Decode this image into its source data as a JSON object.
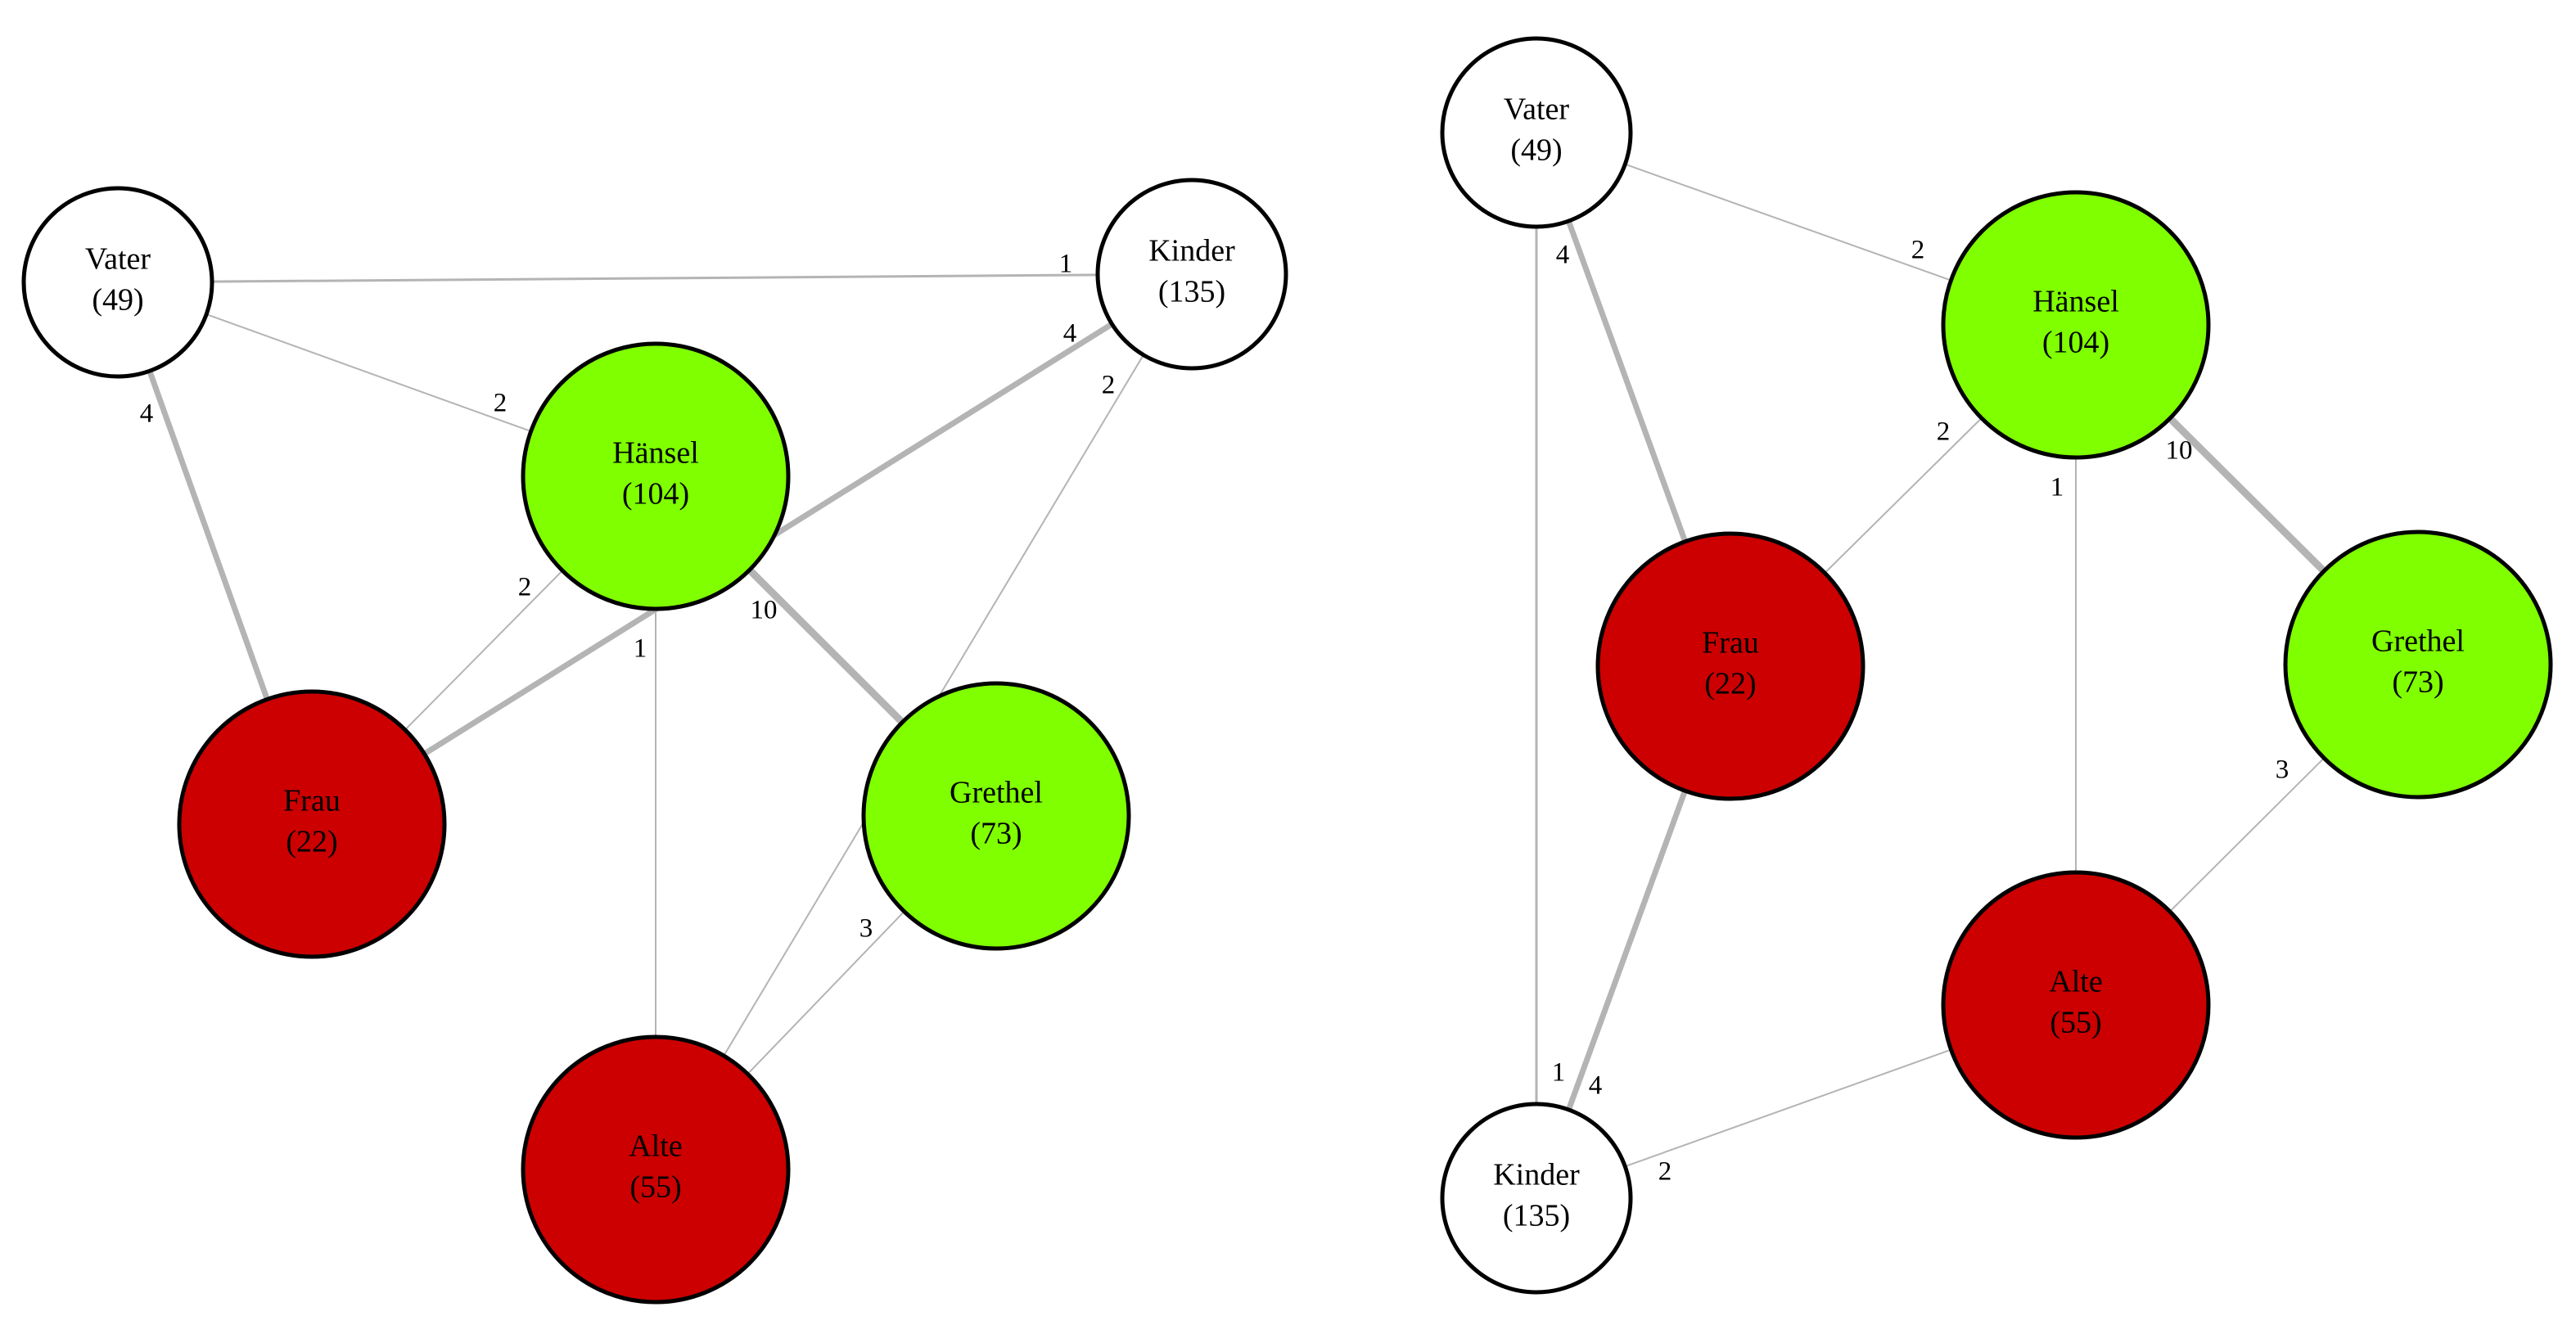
{
  "graphs": [
    {
      "id": "left-graph",
      "nodes": [
        {
          "id": "vater",
          "name": "Vater",
          "count": "(49)",
          "fill": "#ffffff"
        },
        {
          "id": "kinder",
          "name": "Kinder",
          "count": "(135)",
          "fill": "#ffffff"
        },
        {
          "id": "haensel",
          "name": "Hänsel",
          "count": "(104)",
          "fill": "#7fff00"
        },
        {
          "id": "frau",
          "name": "Frau",
          "count": "(22)",
          "fill": "#cc0000"
        },
        {
          "id": "grethel",
          "name": "Grethel",
          "count": "(73)",
          "fill": "#7fff00"
        },
        {
          "id": "alte",
          "name": "Alte",
          "count": "(55)",
          "fill": "#cc0000"
        }
      ],
      "edges": [
        {
          "source": "vater",
          "target": "kinder",
          "weight": "1"
        },
        {
          "source": "vater",
          "target": "haensel",
          "weight": "2"
        },
        {
          "source": "vater",
          "target": "frau",
          "weight": "4"
        },
        {
          "source": "kinder",
          "target": "frau",
          "weight": "4"
        },
        {
          "source": "kinder",
          "target": "alte",
          "weight": "2"
        },
        {
          "source": "haensel",
          "target": "frau",
          "weight": "2"
        },
        {
          "source": "haensel",
          "target": "alte",
          "weight": "1"
        },
        {
          "source": "haensel",
          "target": "grethel",
          "weight": "10"
        },
        {
          "source": "grethel",
          "target": "alte",
          "weight": "3"
        }
      ]
    },
    {
      "id": "right-graph",
      "nodes": [
        {
          "id": "vater",
          "name": "Vater",
          "count": "(49)",
          "fill": "#ffffff"
        },
        {
          "id": "haensel",
          "name": "Hänsel",
          "count": "(104)",
          "fill": "#7fff00"
        },
        {
          "id": "frau",
          "name": "Frau",
          "count": "(22)",
          "fill": "#cc0000"
        },
        {
          "id": "grethel",
          "name": "Grethel",
          "count": "(73)",
          "fill": "#7fff00"
        },
        {
          "id": "alte",
          "name": "Alte",
          "count": "(55)",
          "fill": "#cc0000"
        },
        {
          "id": "kinder",
          "name": "Kinder",
          "count": "(135)",
          "fill": "#ffffff"
        }
      ],
      "edges": [
        {
          "source": "vater",
          "target": "haensel",
          "weight": "2"
        },
        {
          "source": "vater",
          "target": "frau",
          "weight": "4"
        },
        {
          "source": "vater",
          "target": "kinder",
          "weight": "1"
        },
        {
          "source": "haensel",
          "target": "frau",
          "weight": "2"
        },
        {
          "source": "haensel",
          "target": "alte",
          "weight": "1"
        },
        {
          "source": "haensel",
          "target": "grethel",
          "weight": "10"
        },
        {
          "source": "frau",
          "target": "kinder",
          "weight": "4"
        },
        {
          "source": "grethel",
          "target": "alte",
          "weight": "3"
        },
        {
          "source": "alte",
          "target": "kinder",
          "weight": "2"
        }
      ]
    }
  ]
}
